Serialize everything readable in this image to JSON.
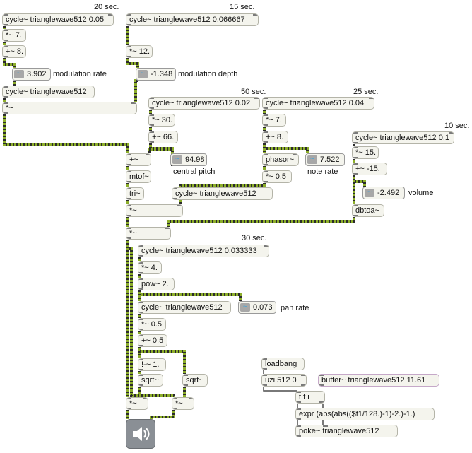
{
  "objects": {
    "cycle_mod_rate": "cycle~ trianglewave512 0.05",
    "mul_7a": "*~ 7.",
    "add_8a": "+~ 8.",
    "cycle_mod_rate_wave": "cycle~ trianglewave512",
    "mul_final_mod": "*~",
    "cycle_mod_depth": "cycle~ trianglewave512 0.066667",
    "mul_12": "*~ 12.",
    "cycle_pitch": "cycle~ trianglewave512 0.02",
    "mul_30": "*~ 30.",
    "add_66": "+~ 66.",
    "add_pitch": "+~",
    "mtof": "mtof~",
    "tri": "tri~",
    "mul_tri": "*~",
    "mul_amp": "*~",
    "cycle_note": "cycle~ trianglewave512 0.04",
    "mul_7b": "*~ 7.",
    "add_8b": "+~ 8.",
    "phasor": "phasor~",
    "mul_05a": "*~ 0.5",
    "cycle_note_wave": "cycle~ trianglewave512",
    "cycle_volume": "cycle~ trianglewave512 0.1",
    "mul_15": "*~ 15.",
    "add_neg15": "+~ -15.",
    "dbtoa": "dbtoa~",
    "cycle_pan_rate": "cycle~ trianglewave512 0.033333",
    "mul_4": "*~ 4.",
    "pow_2": "pow~ 2.",
    "cycle_pan_wave": "cycle~ trianglewave512",
    "mul_05b": "*~ 0.5",
    "add_05": "+~ 0.5",
    "rsub_1": "!-~ 1.",
    "sqrt_left": "sqrt~",
    "sqrt_right": "sqrt~",
    "mul_left": "*~",
    "mul_right": "*~",
    "loadbang": "loadbang",
    "uzi": "uzi 512 0",
    "tfi": "t f i",
    "expr": "expr (abs(abs(($f1/128.)-1)-2.)-1.)",
    "poke": "poke~ trianglewave512",
    "buffer": "buffer~ trianglewave512 11.61"
  },
  "numbers": {
    "modulation_rate": "3.902",
    "modulation_depth": "-1.348",
    "central_pitch": "94.98",
    "note_rate": "7.522",
    "volume": "-2.492",
    "pan_rate": "0.073"
  },
  "labels": {
    "period_20": "20 sec.",
    "period_15": "15 sec.",
    "period_50": "50 sec.",
    "period_25": "25 sec.",
    "period_10": "10 sec.",
    "period_30": "30 sec.",
    "modulation_rate": "modulation rate",
    "modulation_depth": "modulation depth",
    "central_pitch": "central pitch",
    "note_rate": "note rate",
    "volume": "volume",
    "pan_rate": "pan rate"
  },
  "colors": {
    "signal_cord": "#8cae2a",
    "signal_cord_dash": "#2b2b2b",
    "control_cord": "#4d4d4d",
    "object_fill": "#f4f4ed",
    "object_border": "#b4b4a8",
    "number_icon": "#4aa5d6",
    "dac_fill": "#8a8f95"
  },
  "icons": {
    "dac": "speaker-icon",
    "number_box": "wave-icon"
  }
}
